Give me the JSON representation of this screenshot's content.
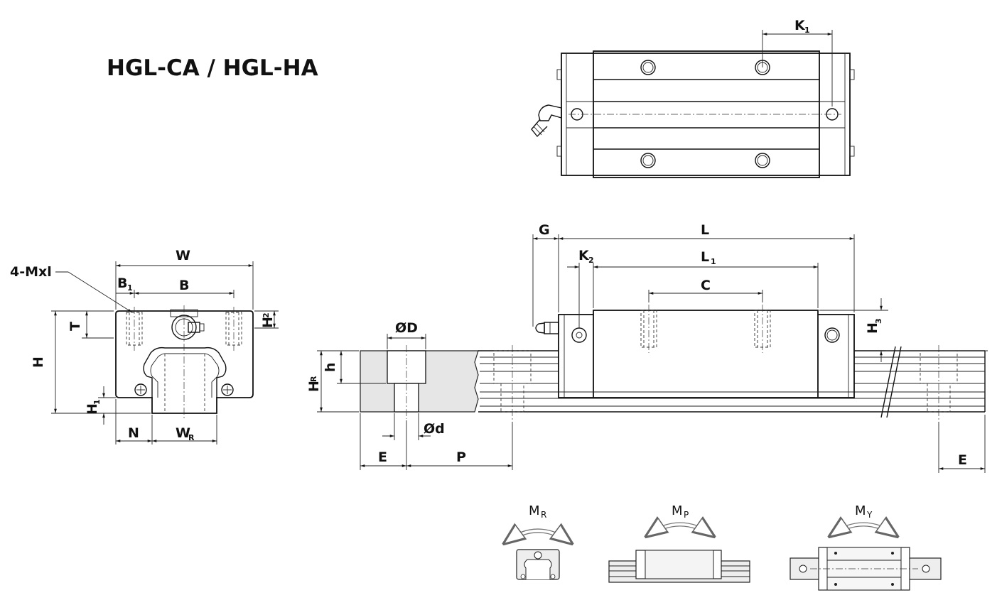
{
  "title": "HGL-CA / HGL-HA",
  "dimension_labels": {
    "W": "W",
    "B": "B",
    "B1": "B",
    "B1_sub": "1",
    "mxl": "4-Mxl",
    "T": "T",
    "H": "H",
    "H1": "H",
    "H1_sub": "1",
    "H2": "H",
    "H2_sub": "2",
    "N": "N",
    "WR": "W",
    "WR_sub": "R",
    "HR": "H",
    "HR_sub": "R",
    "h": "h",
    "D": "ØD",
    "d": "Ød",
    "E_left": "E",
    "P": "P",
    "E_right": "E",
    "G": "G",
    "L": "L",
    "L1": "L",
    "L1_sub": "1",
    "K2": "K",
    "K2_sub": "2",
    "C": "C",
    "H3": "H",
    "H3_sub": "3",
    "K1": "K",
    "K1_sub": "1"
  },
  "moment_labels": {
    "MR": "M",
    "MR_sub": "R",
    "MP": "M",
    "MP_sub": "P",
    "MY": "M",
    "MY_sub": "Y"
  }
}
